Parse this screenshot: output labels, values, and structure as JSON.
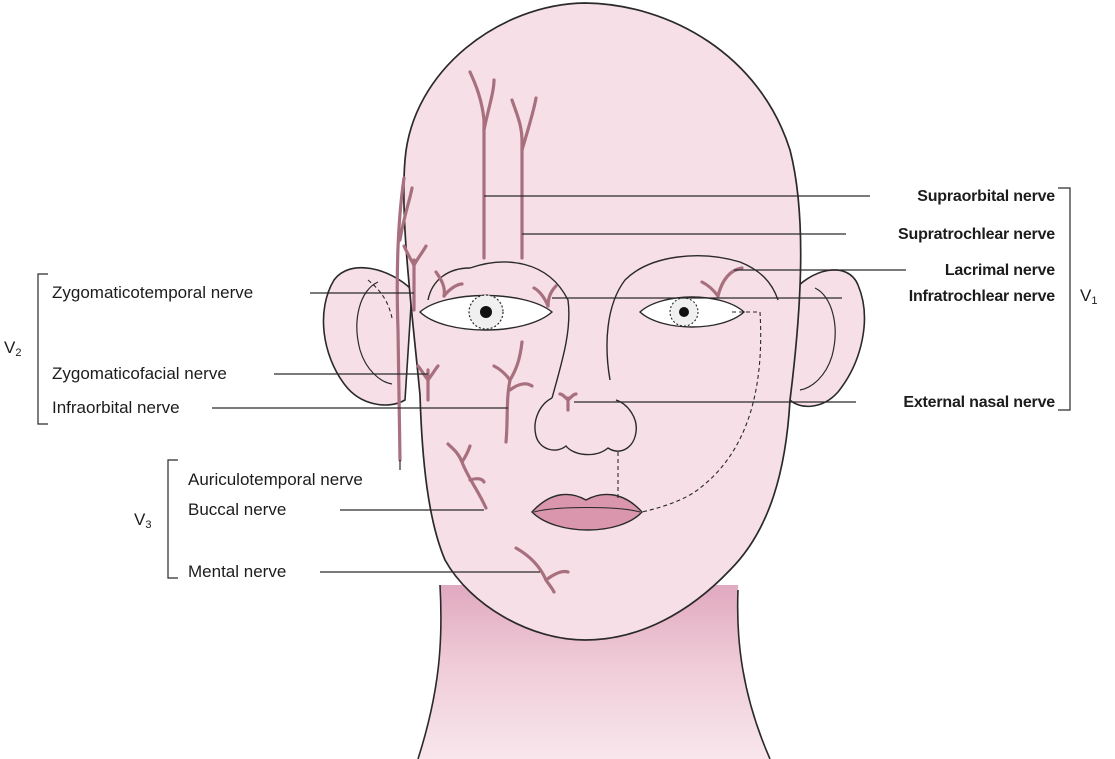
{
  "colors": {
    "skin": "#f6dfe6",
    "neck_shadow": "#e2afc3",
    "nerve": "#a8707f",
    "lips": "#d996ad",
    "outline": "#2a2a2a"
  },
  "groups": {
    "v1": {
      "letter": "V",
      "number": "1"
    },
    "v2": {
      "letter": "V",
      "number": "2"
    },
    "v3": {
      "letter": "V",
      "number": "3"
    }
  },
  "labels": {
    "supraorbital": "Supraorbital nerve",
    "supratrochlear": "Supratrochlear nerve",
    "lacrimal": "Lacrimal nerve",
    "infratrochlear": "Infratrochlear nerve",
    "external_nasal": "External nasal nerve",
    "zygomaticotemporal": "Zygomaticotemporal nerve",
    "zygomaticofacial": "Zygomaticofacial nerve",
    "infraorbital": "Infraorbital nerve",
    "auriculotemporal": "Auriculotemporal nerve",
    "buccal": "Buccal nerve",
    "mental": "Mental nerve"
  }
}
